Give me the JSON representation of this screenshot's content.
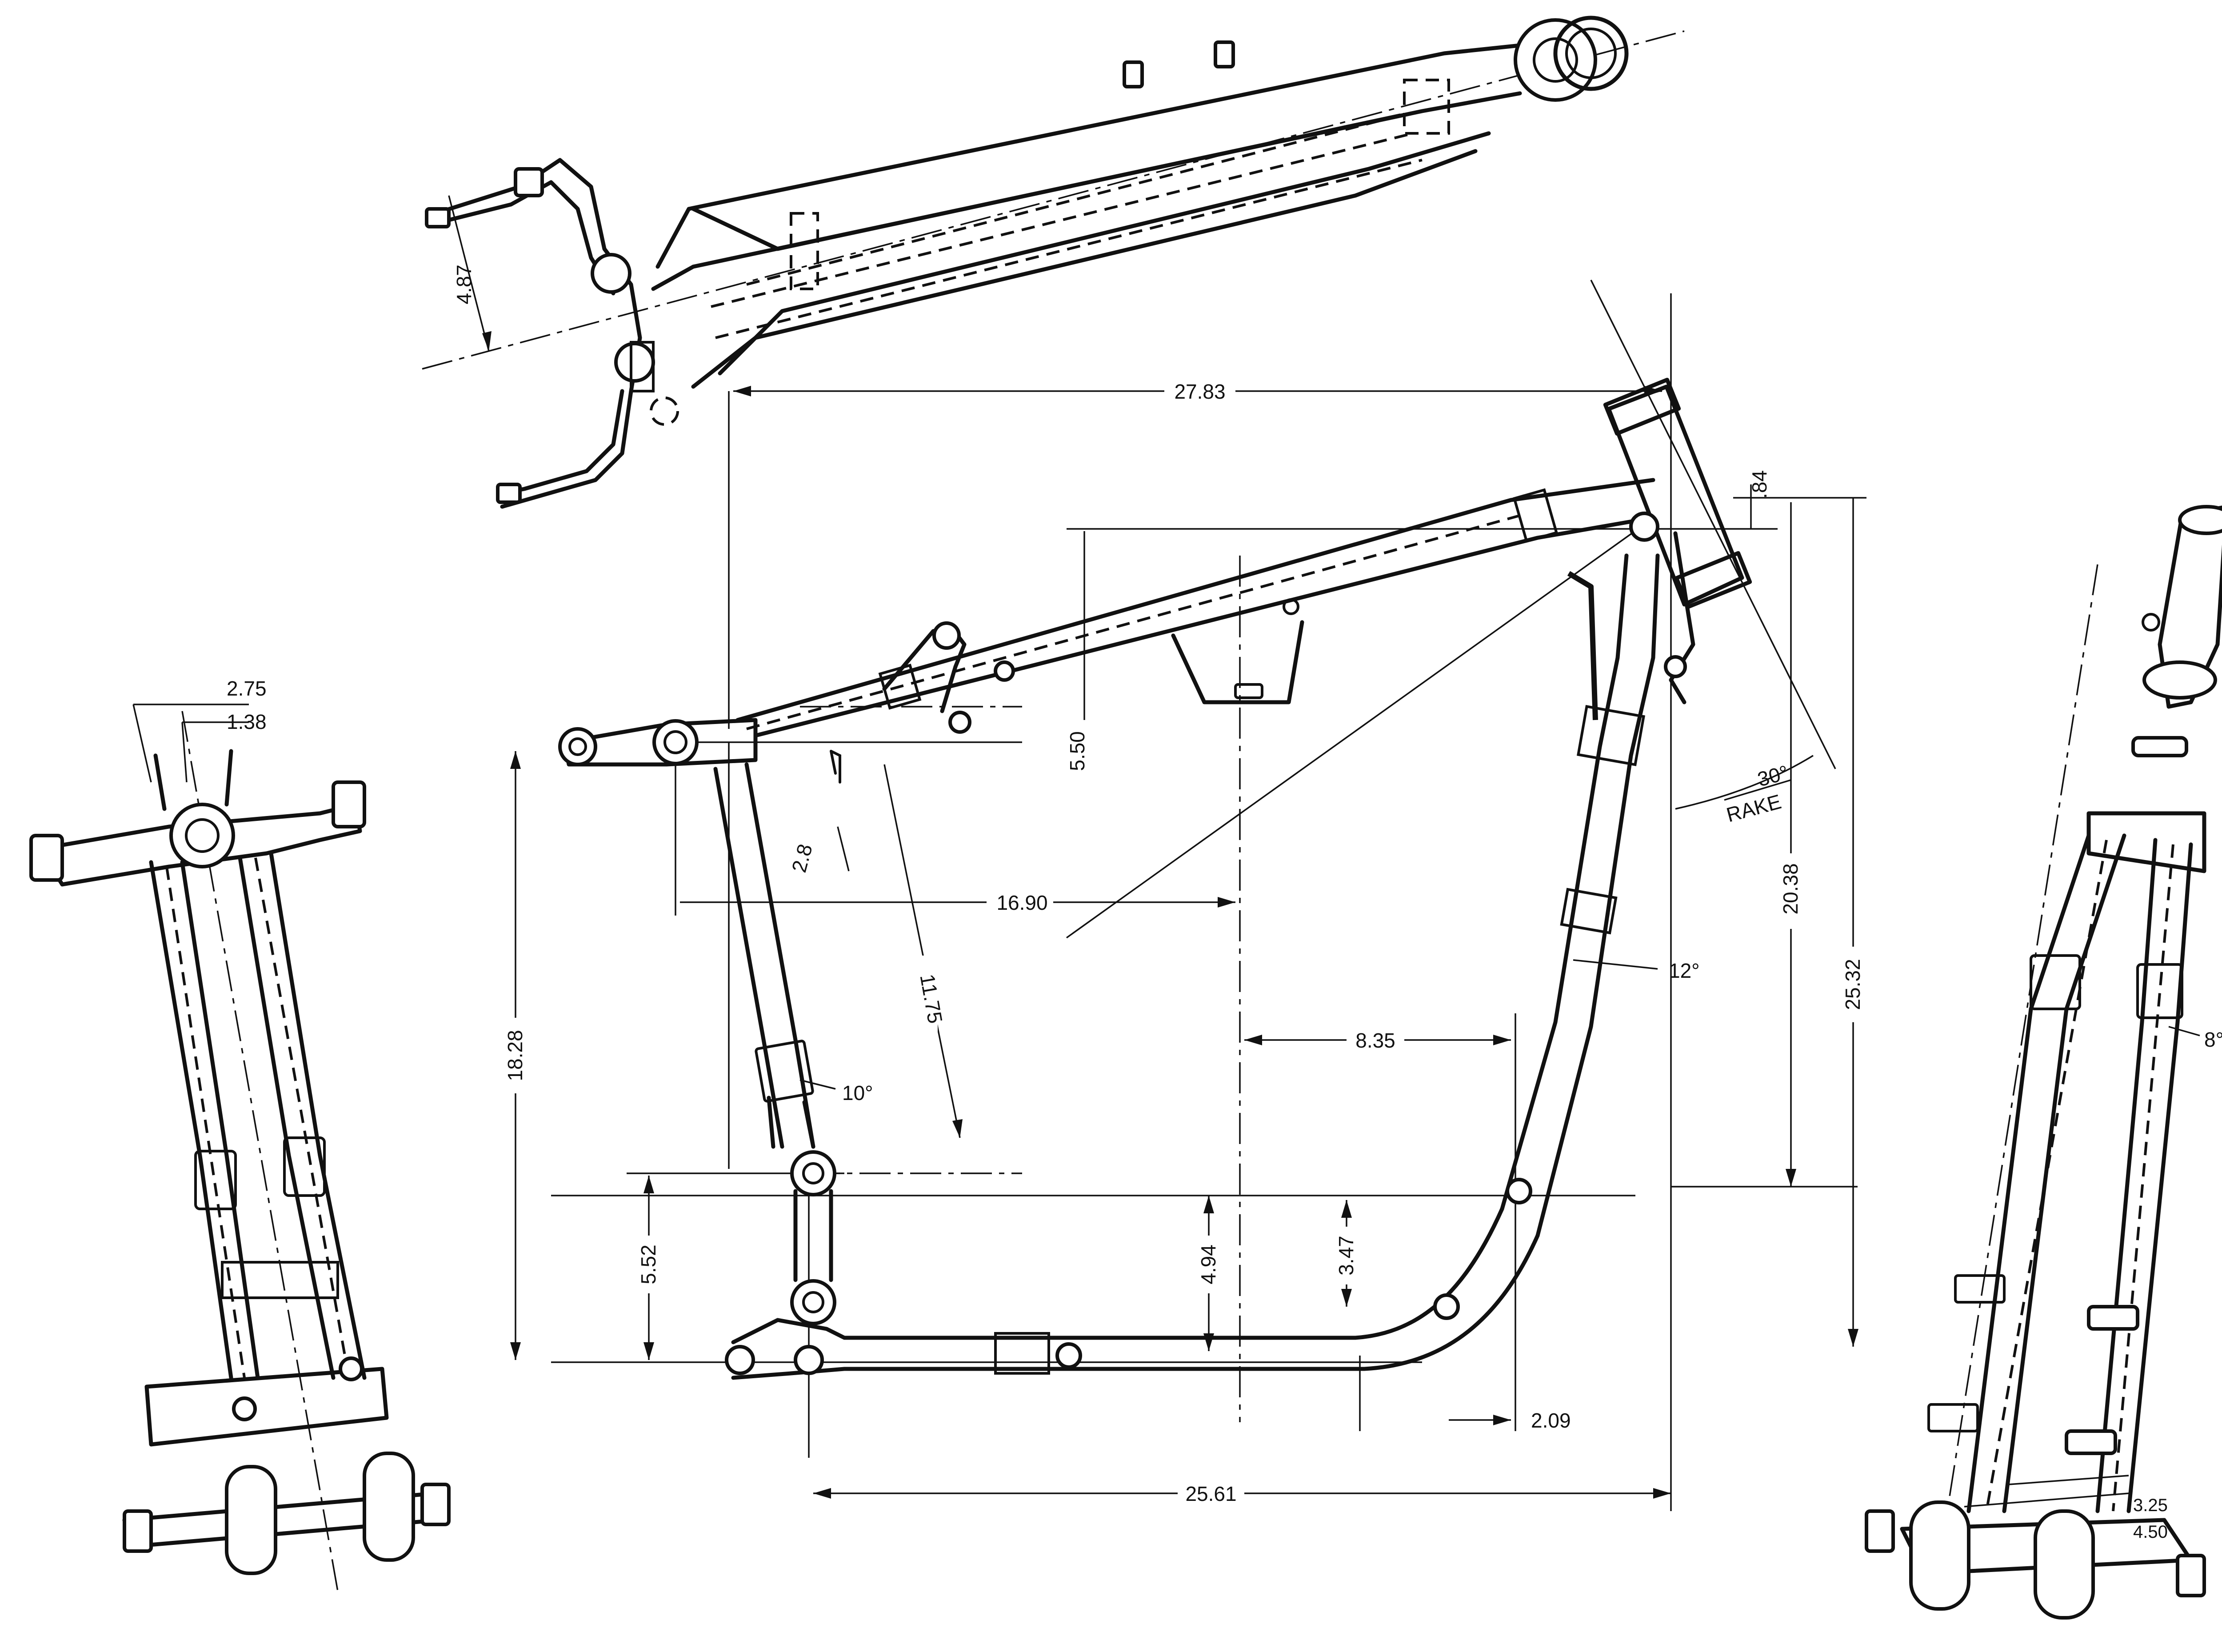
{
  "dimensions": {
    "top_view_width": "4.87",
    "top_tube_length": "27.83",
    "head_offset": ".84",
    "seat_height": "5.50",
    "rake_angle": "30°",
    "rake_label": "RAKE",
    "seat_post_offset": "2.8",
    "seat_to_center": "16.90",
    "seat_tube_length": "11.75",
    "head_height": "20.38",
    "overall_height": "25.32",
    "down_tube_angle": "12°",
    "rear_height": "18.28",
    "seat_tube_angle": "10°",
    "lower_center_offset": "8.35",
    "swing_pivot_height": "5.52",
    "motor_mount_height": "4.94",
    "front_mount_height": "3.47",
    "front_mount_offset": "2.09",
    "wheelbase_base": "25.61",
    "rear_width_outer": "2.75",
    "rear_width_inner": "1.38",
    "front_angle": "8°",
    "front_width_inner": "3.25",
    "front_width_outer": "4.50"
  }
}
